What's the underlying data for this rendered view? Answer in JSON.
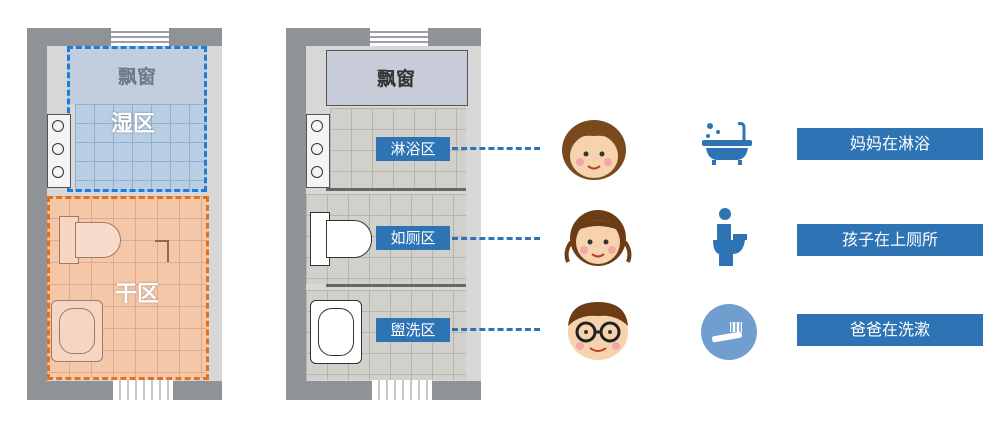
{
  "plan_left": {
    "window_label": "飘窗",
    "wet_zone_label": "湿区",
    "dry_zone_label": "干区"
  },
  "plan_right": {
    "window_label": "飘窗",
    "tags": [
      "淋浴区",
      "如厕区",
      "盥洗区"
    ]
  },
  "rows": [
    {
      "tag": "淋浴区",
      "icon": "bathtub-icon",
      "person": "mother-face-icon",
      "label": "妈妈在淋浴"
    },
    {
      "tag": "如厕区",
      "icon": "toilet-person-icon",
      "person": "child-face-icon",
      "label": "孩子在上厕所"
    },
    {
      "tag": "盥洗区",
      "icon": "toothbrush-icon",
      "person": "father-face-icon",
      "label": "爸爸在洗漱"
    }
  ],
  "colors": {
    "accent": "#2e74b5",
    "wet": "#b9cde3",
    "dry": "#f5c7a9",
    "dashed_blue": "#1e7ed6",
    "dashed_orange": "#e7711b"
  }
}
